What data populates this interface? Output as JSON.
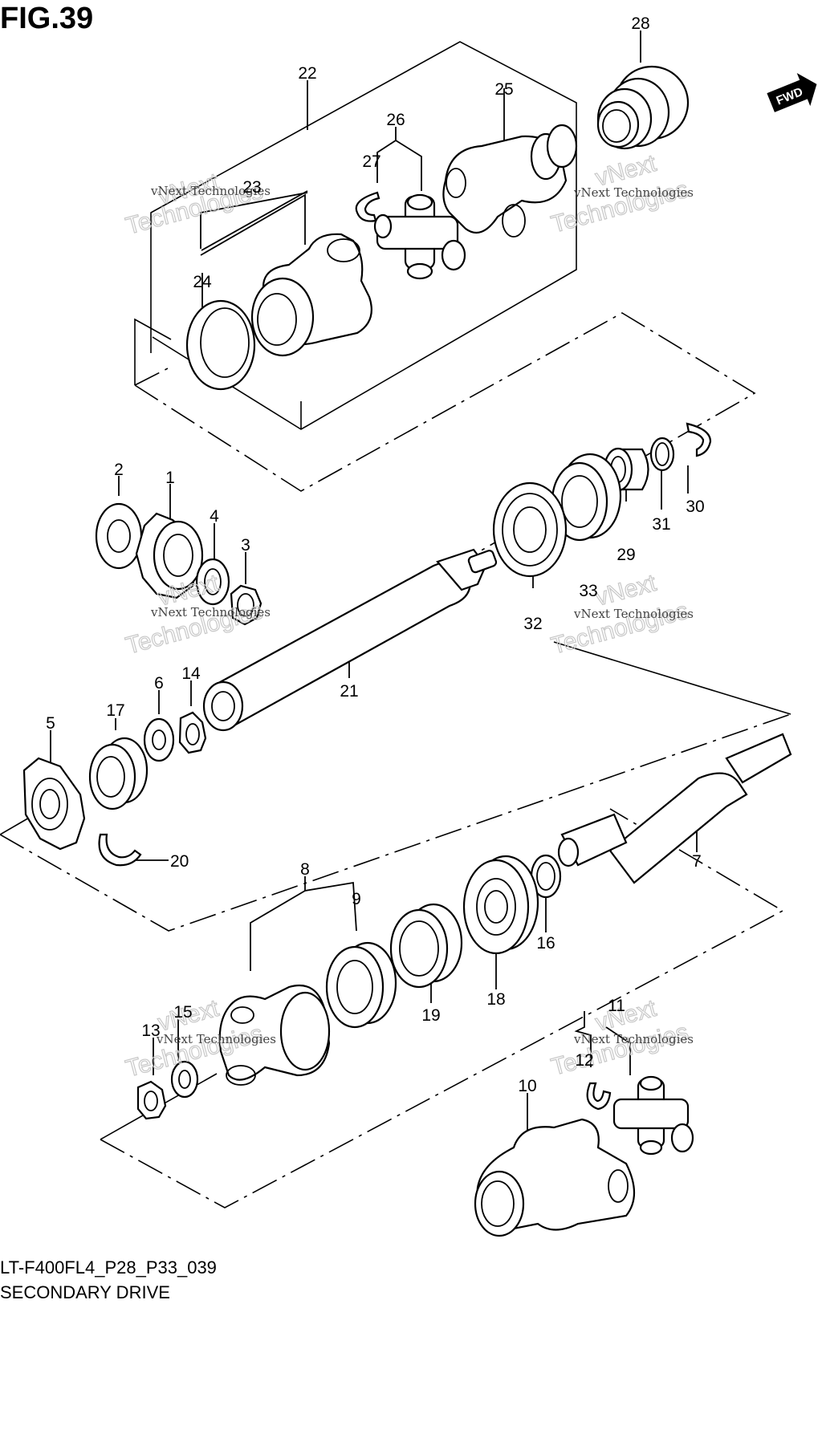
{
  "figure_title": "FIG.39",
  "diagram_code": "LT-F400FL4_P28_P33_039",
  "caption": "SECONDARY DRIVE",
  "fwd_badge": "FWD",
  "watermark": {
    "small": "vNext Technologies",
    "large": "Technologies",
    "large_top": "vNext"
  },
  "callouts": [
    "1",
    "2",
    "3",
    "4",
    "5",
    "6",
    "7",
    "8",
    "9",
    "10",
    "11",
    "12",
    "13",
    "14",
    "15",
    "16",
    "17",
    "18",
    "19",
    "20",
    "21",
    "22",
    "23",
    "24",
    "25",
    "26",
    "27",
    "28",
    "29",
    "30",
    "31",
    "32",
    "33"
  ]
}
